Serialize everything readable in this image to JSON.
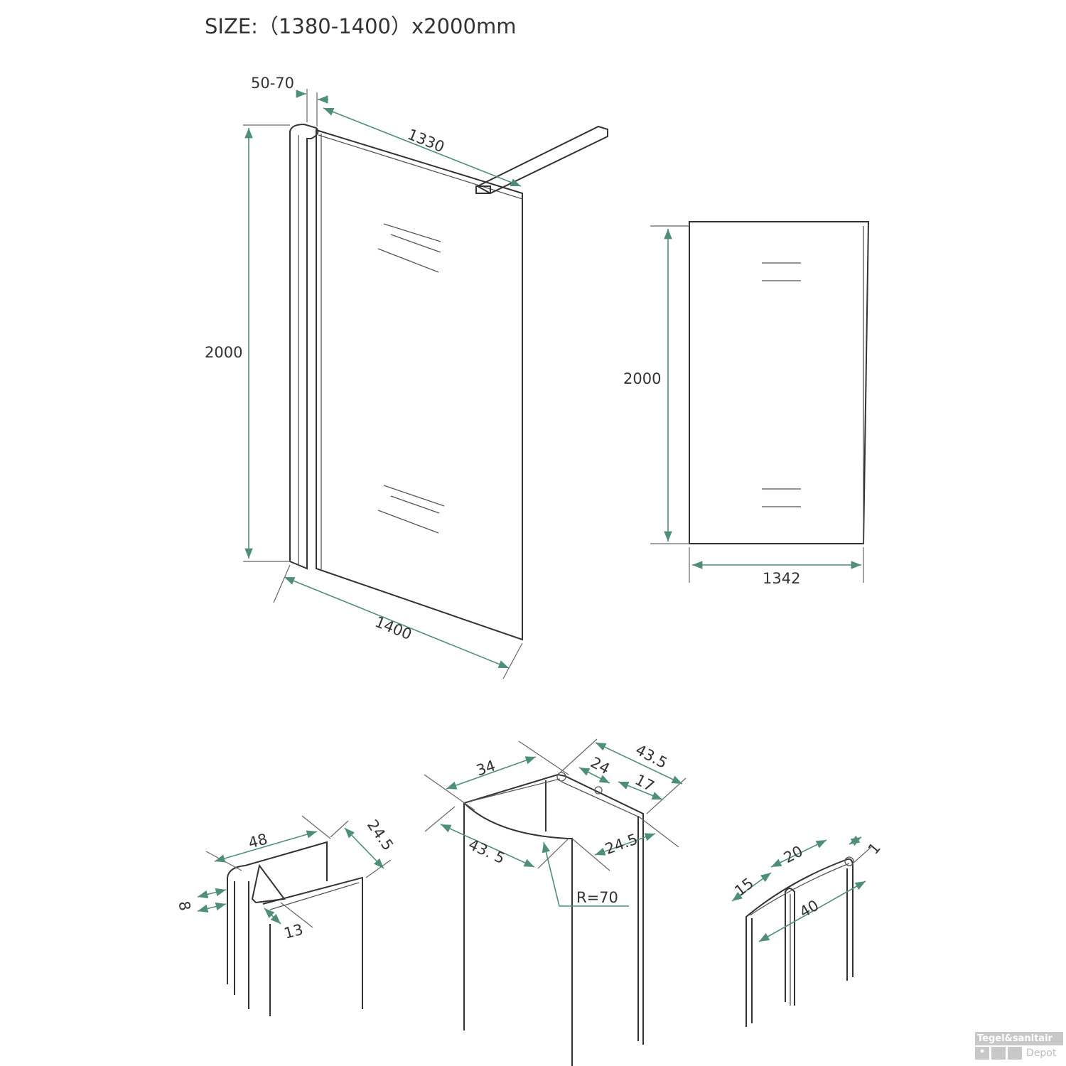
{
  "title": "SIZE:（1380-1400）x2000mm",
  "perspective_view": {
    "wall_gap": "50-70",
    "top_width": "1330",
    "height": "2000",
    "bottom_width": "1400"
  },
  "front_view": {
    "height": "2000",
    "width": "1342"
  },
  "profile_wall": {
    "d48": "48",
    "d24_5": "24.5",
    "d8": "8",
    "d13": "13"
  },
  "profile_corner": {
    "d34": "34",
    "d43_5_top": "43.5",
    "d24": "24",
    "d17": "17",
    "d43_5_bottom": "43. 5",
    "d24_5": "24.5",
    "radius": "R=70"
  },
  "profile_edge": {
    "d15": "15",
    "d20": "20",
    "d1": "1",
    "d40": "40"
  },
  "watermark": {
    "line1": "Tegel&sanitair",
    "line2": "Depot",
    "icon": "water-drop-icon"
  },
  "colors": {
    "dimension": "#4f8f78",
    "line": "#333333"
  }
}
